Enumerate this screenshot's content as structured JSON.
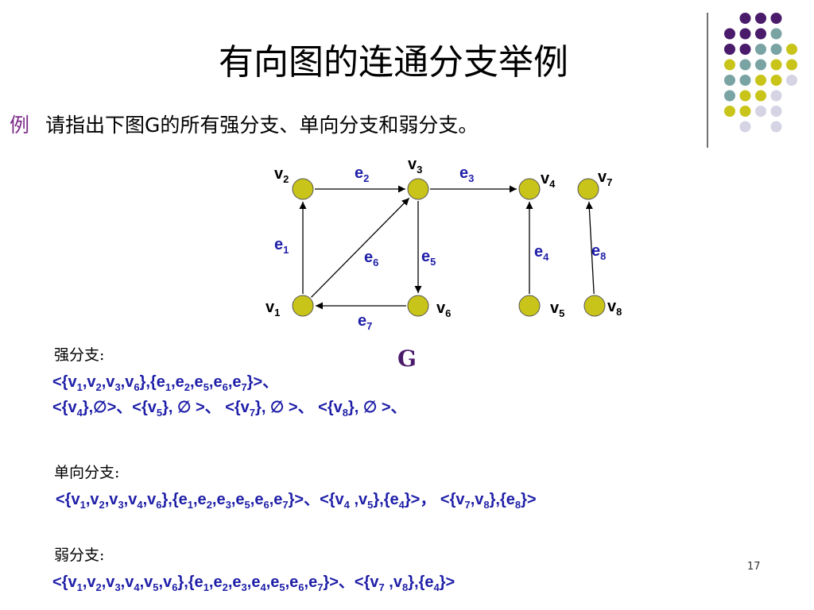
{
  "title": "有向图的连通分支举例",
  "question": {
    "lead": "例",
    "text": "请指出下图G的所有强分支、单向分支和弱分支。"
  },
  "graph": {
    "name": "G",
    "vertices": [
      {
        "id": "v1",
        "label": "v",
        "sub": "1"
      },
      {
        "id": "v2",
        "label": "v",
        "sub": "2"
      },
      {
        "id": "v3",
        "label": "v",
        "sub": "3"
      },
      {
        "id": "v4",
        "label": "v",
        "sub": "4"
      },
      {
        "id": "v5",
        "label": "v",
        "sub": "5"
      },
      {
        "id": "v6",
        "label": "v",
        "sub": "6"
      },
      {
        "id": "v7",
        "label": "v",
        "sub": "7"
      },
      {
        "id": "v8",
        "label": "v",
        "sub": "8"
      }
    ],
    "edges": [
      {
        "id": "e1",
        "label": "e",
        "sub": "1",
        "from": "v1",
        "to": "v2"
      },
      {
        "id": "e2",
        "label": "e",
        "sub": "2",
        "from": "v2",
        "to": "v3"
      },
      {
        "id": "e3",
        "label": "e",
        "sub": "3",
        "from": "v3",
        "to": "v4"
      },
      {
        "id": "e4",
        "label": "e",
        "sub": "4",
        "from": "v5",
        "to": "v4"
      },
      {
        "id": "e5",
        "label": "e",
        "sub": "5",
        "from": "v3",
        "to": "v6"
      },
      {
        "id": "e6",
        "label": "e",
        "sub": "6",
        "from": "v1",
        "to": "v3"
      },
      {
        "id": "e7",
        "label": "e",
        "sub": "7",
        "from": "v6",
        "to": "v1"
      },
      {
        "id": "e8",
        "label": "e",
        "sub": "8",
        "from": "v8",
        "to": "v7"
      }
    ]
  },
  "strong": {
    "label": "强分支:",
    "line1": "<{v1,v2,v3,v6},{e1,e2,e5,e6,e7}>、",
    "line2": "<{v4},∅>、<{v5}, ∅ >、 <{v7}, ∅ >、 <{v8}, ∅ >、"
  },
  "unilateral": {
    "label": "单向分支:",
    "line1": "<{v1,v2,v3,v4,v6},{e1,e2,e3,e5,e6,e7}>、<{v4 ,v5},{e4}>， <{v7,v8},{e8}>"
  },
  "weak": {
    "label": "弱分支:",
    "line1": "<{v1,v2,v3,v4,v5,v6},{e1,e2,e3,e4,e5,e6,e7}>、<{v7 ,v8},{e4}>"
  },
  "page_number": "17",
  "colors": {
    "vertex_fill": "#c9c41a",
    "label_blue": "#1e1ea8",
    "purple": "#4a1a6b",
    "teal": "#7aa3a3",
    "yellow": "#c9c41a",
    "lavender": "#d4d4e4"
  }
}
